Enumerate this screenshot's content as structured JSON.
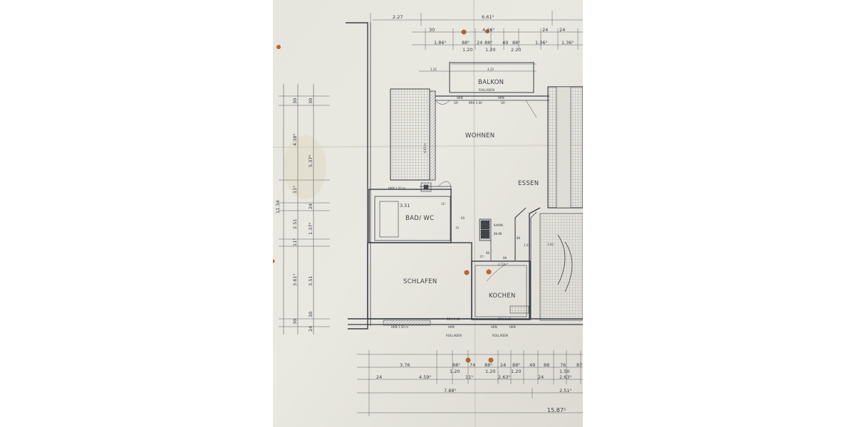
{
  "rooms": {
    "balkon": "BALKON",
    "wohnen": "WOHNEN",
    "essen": "ESSEN",
    "bad_wc": "BAD/ WC",
    "schlafen": "SCHLAFEN",
    "kochen": "KOCHEN"
  },
  "notes": {
    "rolladen_top": "ROLLADEN",
    "rolladen_bottom_left": "ROLLADEN",
    "rolladen_bottom_right": "ROLLADEN",
    "brh_top": "BRH 1.00",
    "brh_schlafen": "BRH 1.00",
    "brh_kochen": "BRH 1.00",
    "hkn_top_left": "HKN",
    "hkn_top_right": "HKN",
    "hkn_bad": "HKN 1.50 m",
    "hkn_schlafen": "HKN 1.50 m",
    "hkn_bottom_1": "HKN",
    "hkn_bottom_2": "HKN",
    "hkn_bottom_3": "HKN",
    "gr_left": "GR",
    "gr_right": "GR",
    "kamin": "KAMIN"
  },
  "dimensions": {
    "top": {
      "overall_left": "2.27",
      "overall_right": "6.61⁵",
      "d30": "30",
      "d24a": "24",
      "d24b": "24",
      "d1_86": "1.86⁵",
      "d88a": "88⁵",
      "d24c": "24",
      "d88b": "88⁵",
      "d49": "49",
      "d88c": "88⁵",
      "d1_36a": "1.36⁵",
      "d1_36b": "1.36⁵",
      "w1_20a": "1.20",
      "w1_20b": "1.20",
      "w2_20": "2.20",
      "d1_25": "1.25",
      "d4_23": "4.23",
      "d4_26": "4.26⁵"
    },
    "left": {
      "overall": "11.34",
      "d30a": "30",
      "d30b": "30",
      "d4_38": "4.38⁵",
      "d5_37": "5.37⁵",
      "d115a": "11⁵",
      "d24": "24",
      "d2_51": "2.51",
      "d1_37": "1.37⁵",
      "d115b": "11⁵",
      "d3_61": "3.61⁵",
      "d3_51": "3.51",
      "d30c": "30",
      "d30d": "30",
      "d24b": "24"
    },
    "bottom": {
      "d3_76": "3.76",
      "d88a": "88⁵",
      "d74": "74",
      "d88b": "88⁵",
      "d24a": "24",
      "d88c": "88⁵",
      "d49": "49",
      "d88d": "88",
      "d76": "76",
      "d87": "87",
      "w1_20a": "1.20",
      "w1_20b": "1.20",
      "w1_20c": "1.20",
      "w1_50": "1.50",
      "d24b": "24",
      "d4_59": "4.59⁵",
      "d115": "11⁵",
      "d2_63a": "2.63⁵",
      "d24c": "24",
      "d2_63b": "2.63⁵",
      "d7_88": "7.88⁵",
      "d2_51": "2.51⁵",
      "d15_87": "15.87⁵"
    },
    "inner": {
      "bad_width": "3.51",
      "bad_h": "11⁵",
      "bad_small": "75",
      "bad_step": "60",
      "kochen_a": "86",
      "kochen_b": "2.13⁵",
      "kochen_c": "11⁵",
      "kochen_d": "88",
      "kochen_e": "1.01",
      "door": "88",
      "kamin_dims": "88·88",
      "wohnen_vert": "4.63 m",
      "diele": "1.02"
    }
  }
}
